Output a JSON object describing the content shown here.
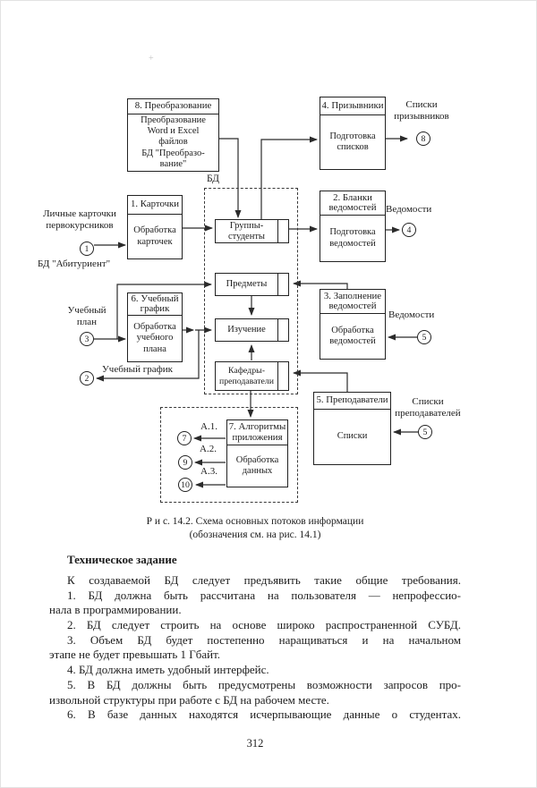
{
  "diagram": {
    "db_label": "БД",
    "blocks": {
      "p8": {
        "header": "8. Преобразование",
        "body": "Преобразование\nWord и Excel\nфайлов\nБД \"Преобразо-\nвание\""
      },
      "p4": {
        "header": "4. Призывники",
        "body": "Подготовка\nсписков"
      },
      "p1": {
        "header": "1. Карточки",
        "body": "Обработка\nкарточек"
      },
      "p2": {
        "header": "2. Бланки\nведомостей",
        "body": "Подготовка\nведомостей"
      },
      "p3": {
        "header": "3. Заполнение\nведомостей",
        "body": "Обработка\nведомостей"
      },
      "p6": {
        "header": "6. Учебный\nграфик",
        "body": "Обработка\nучебного\nплана"
      },
      "p5": {
        "header": "5. Преподаватели",
        "body": "Списки"
      },
      "p7": {
        "header": "7. Алгоритмы\nприложения",
        "body": "Обработка\nданных"
      }
    },
    "entities": {
      "groups": "Группы-\nстуденты",
      "subjects": "Предметы",
      "study": "Изучение",
      "depts": "Кафедры-\nпреподаватели"
    },
    "circles": {
      "c1": "1",
      "c2": "2",
      "c3": "3",
      "c4": "4",
      "c5a": "5",
      "c5b": "5",
      "c7": "7",
      "c8": "8",
      "c9": "9",
      "c10": "10"
    },
    "labels": {
      "personal_cards": "Личные карточки\nпервокурсников",
      "db_abiturient": "БД \"Абитуриент\"",
      "conscript_lists": "Списки\nпризывников",
      "vedomosti_top": "Ведомости",
      "vedomosti_mid": "Ведомости",
      "study_plan": "Учебный\nплан",
      "study_schedule": "Учебный график",
      "teacher_lists": "Списки\nпреподавателей",
      "a1": "А.1.",
      "a2": "А.2.",
      "a3": "А.3."
    }
  },
  "caption": {
    "line1": "Р и с.  14.2.  Схема основных потоков информации",
    "line2": "(обозначения см. на рис. 14.1)"
  },
  "text": {
    "heading": "Техническое задание",
    "lines": [
      "К создаваемой БД следует предъявить такие общие требования.",
      "1. БД должна быть рассчитана на пользователя — непрофессио-",
      "нала в программировании.",
      "2. БД следует строить на основе широко распространенной СУБД.",
      "3. Объем БД будет постепенно наращиваться и на начальном",
      "этапе не будет превышать 1 Гбайт.",
      "4. БД должна иметь удобный интерфейс.",
      "5. В БД должны быть предусмотрены возможности запросов про-",
      "извольной структуры при работе с БД на рабочем месте.",
      "6. В базе данных находятся исчерпывающие данные о студентах."
    ]
  },
  "page_number": "312",
  "artifact": "+"
}
